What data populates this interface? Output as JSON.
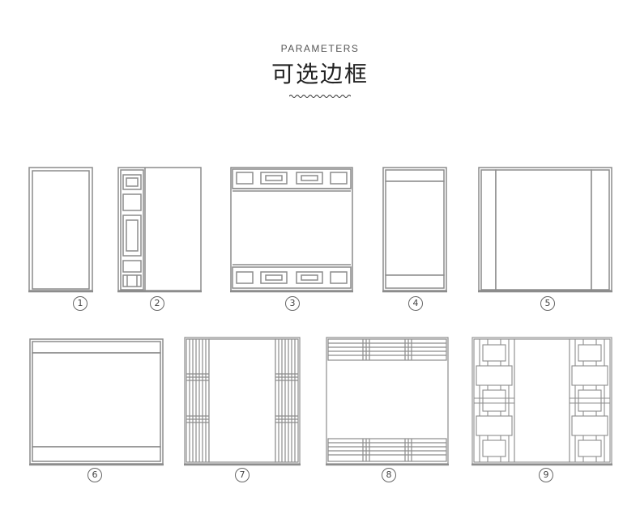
{
  "header": {
    "eyebrow": "PARAMETERS",
    "title": "可选边框"
  },
  "frames": [
    {
      "number": "1"
    },
    {
      "number": "2"
    },
    {
      "number": "3"
    },
    {
      "number": "4"
    },
    {
      "number": "5"
    },
    {
      "number": "6"
    },
    {
      "number": "7"
    },
    {
      "number": "8"
    },
    {
      "number": "9"
    }
  ],
  "colors": {
    "frame_stroke": "#8c8c8c",
    "frame_fill": "#ffffff",
    "text": "#222222"
  }
}
